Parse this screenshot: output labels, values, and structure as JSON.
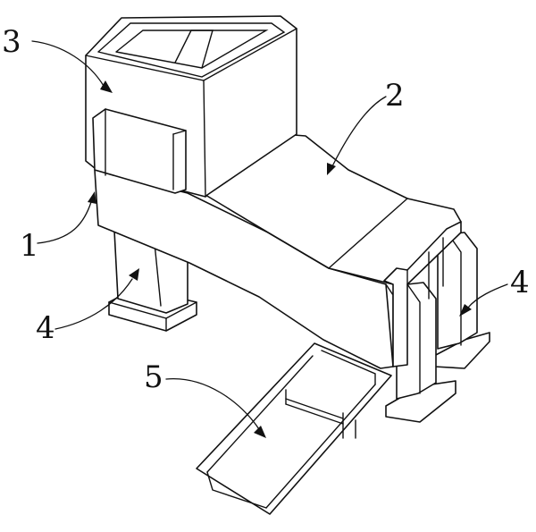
{
  "labels": {
    "frame": "1",
    "slide_chute": "2",
    "hopper": "3",
    "support_leg_left": "4",
    "support_leg_right": "4",
    "collection_trough": "5"
  }
}
